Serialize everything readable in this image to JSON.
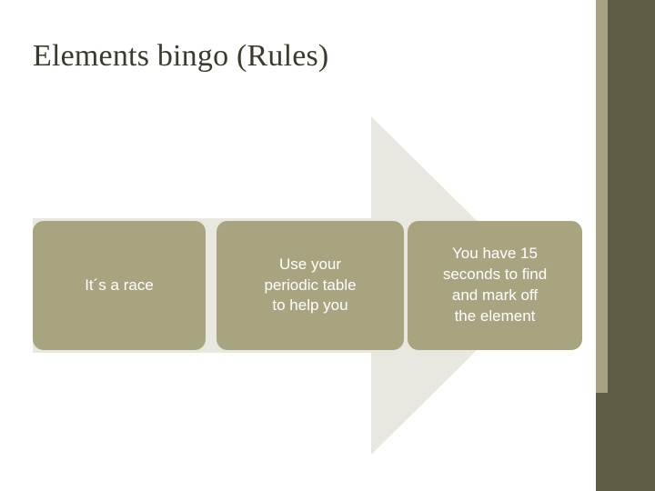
{
  "slide": {
    "title": "Elements bingo (Rules)",
    "boxes": [
      {
        "name": "box-its-a-race",
        "text": "It´s a race"
      },
      {
        "name": "box-periodic-table",
        "text": "Use your\nperiodic table\nto help you"
      },
      {
        "name": "box-fifteen-seconds",
        "text": "You have 15\nseconds to find\nand mark off\nthe element"
      }
    ],
    "colors": {
      "box_fill": "#a8a47f",
      "arrow_fill": "#e8e8e0",
      "title_text": "#3c3a2b",
      "bar_olive": "#5e5c42",
      "bar_khaki": "#a6a281"
    }
  }
}
